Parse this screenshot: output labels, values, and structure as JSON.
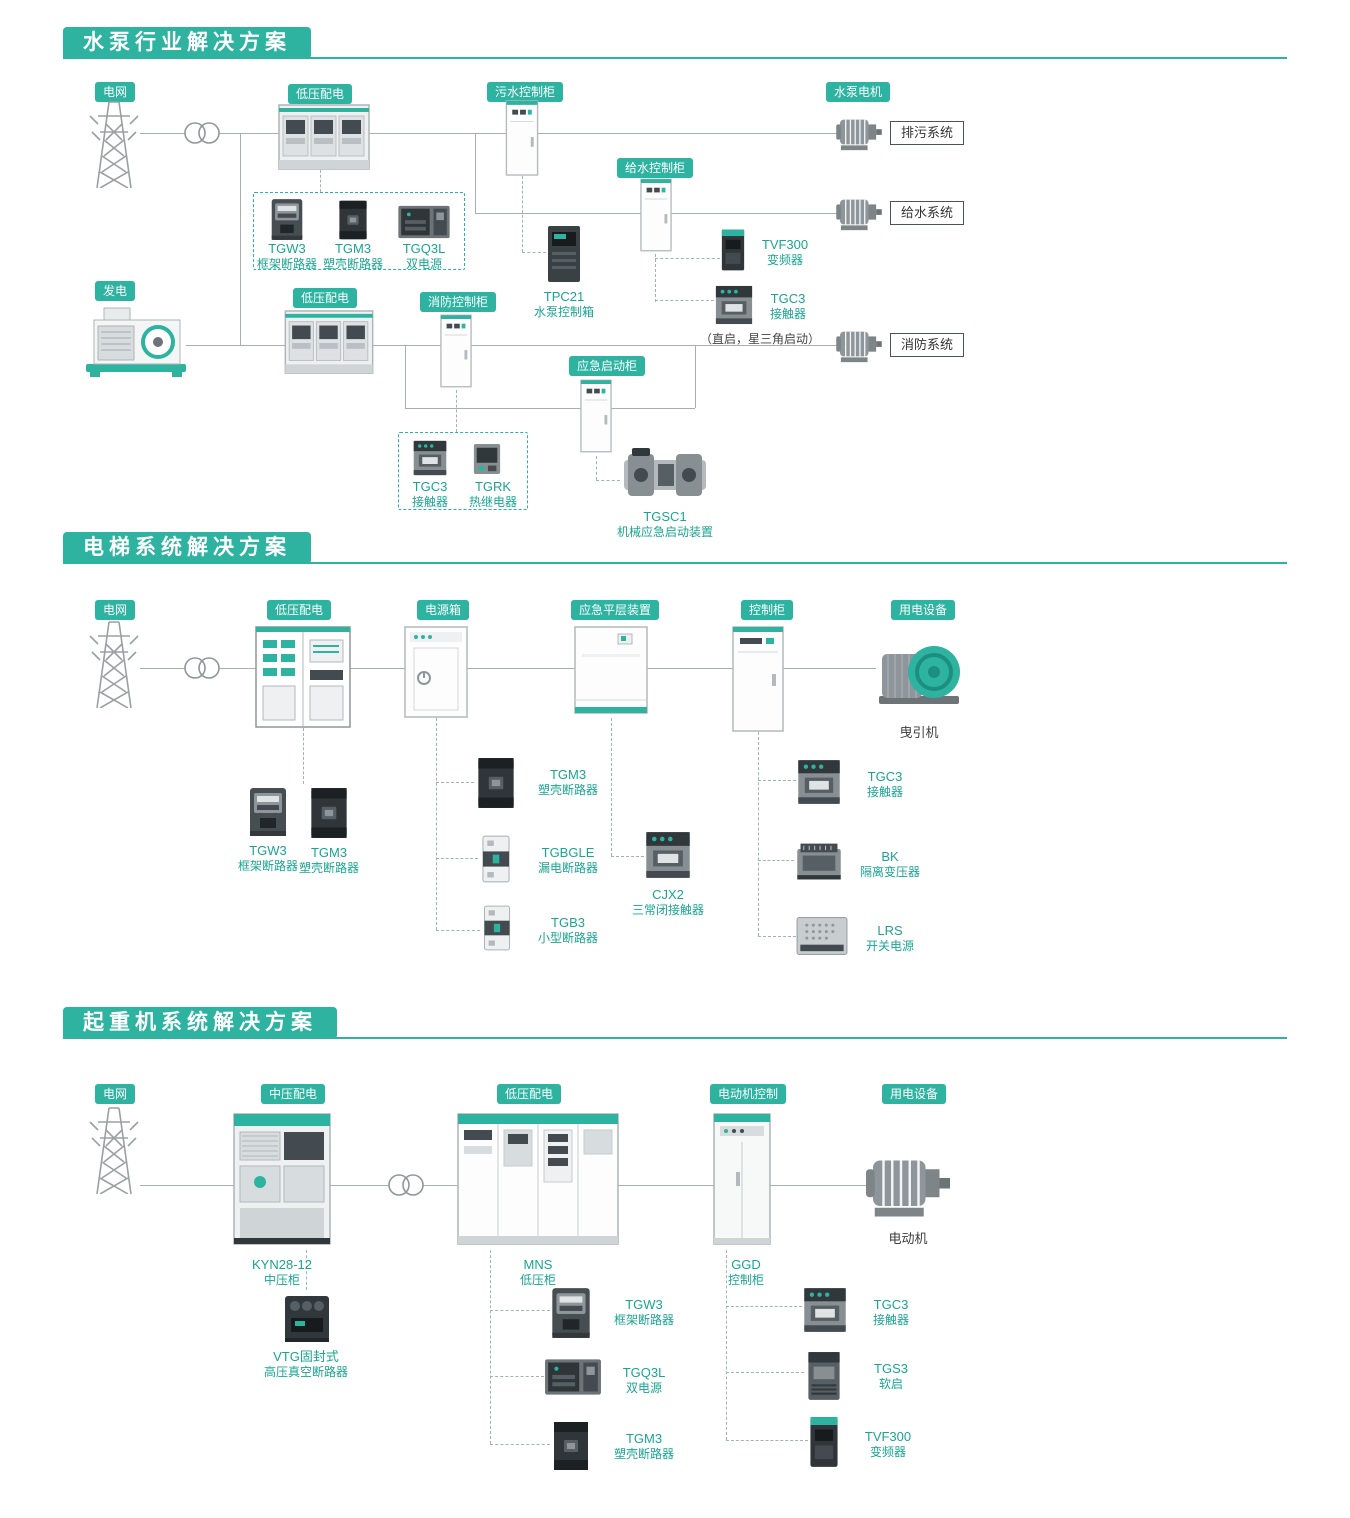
{
  "accent": "#2DB3A0",
  "s1": {
    "title": "水泵行业解决方案",
    "tags": {
      "grid": "电网",
      "lv_a": "低压配电",
      "sewage": "污水控制柜",
      "pump_motor": "水泵电机",
      "supply": "给水控制柜",
      "gen": "发电",
      "lv_b": "低压配电",
      "fire": "消防控制柜",
      "emergency": "应急启动柜"
    },
    "systems": {
      "drain": "排污系统",
      "supply": "给水系统",
      "fire": "消防系统"
    },
    "products": {
      "tgw3": {
        "name": "TGW3",
        "desc": "框架断路器"
      },
      "tgm3": {
        "name": "TGM3",
        "desc": "塑壳断路器"
      },
      "tgq3l": {
        "name": "TGQ3L",
        "desc": "双电源"
      },
      "tpc21": {
        "name": "TPC21",
        "desc": "水泵控制箱"
      },
      "tvf300": {
        "name": "TVF300",
        "desc": "变频器"
      },
      "tgc3_a": {
        "name": "TGC3",
        "desc": "接触器"
      },
      "tgc3_b": {
        "name": "TGC3",
        "desc": "接触器"
      },
      "tgrk": {
        "name": "TGRK",
        "desc": "热继电器"
      },
      "tgsc1": {
        "name": "TGSC1",
        "desc": "机械应急启动装置"
      }
    },
    "note": "（直启，星三角启动）"
  },
  "s2": {
    "title": "电梯系统解决方案",
    "tags": {
      "grid": "电网",
      "lv": "低压配电",
      "powerbox": "电源箱",
      "leveling": "应急平层装置",
      "control": "控制柜",
      "load": "用电设备"
    },
    "machine_label": "曳引机",
    "products": {
      "tgw3": {
        "name": "TGW3",
        "desc": "框架断路器"
      },
      "tgm3_a": {
        "name": "TGM3",
        "desc": "塑壳断路器"
      },
      "tgm3_b": {
        "name": "TGM3",
        "desc": "塑壳断路器"
      },
      "tgbgle": {
        "name": "TGBGLE",
        "desc": "漏电断路器"
      },
      "tgb3": {
        "name": "TGB3",
        "desc": "小型断路器"
      },
      "cjx2": {
        "name": "CJX2",
        "desc": "三常闭接触器"
      },
      "tgc3": {
        "name": "TGC3",
        "desc": "接触器"
      },
      "bk": {
        "name": "BK",
        "desc": "隔离变压器"
      },
      "lrs": {
        "name": "LRS",
        "desc": "开关电源"
      }
    }
  },
  "s3": {
    "title": "起重机系统解决方案",
    "tags": {
      "grid": "电网",
      "mv": "中压配电",
      "lv": "低压配电",
      "motor_ctrl": "电动机控制",
      "load": "用电设备"
    },
    "motor_label": "电动机",
    "cabinets": {
      "kyn": {
        "name": "KYN28-12",
        "desc": "中压柜"
      },
      "mns": {
        "name": "MNS",
        "desc": "低压柜"
      },
      "ggd": {
        "name": "GGD",
        "desc": "控制柜"
      }
    },
    "products": {
      "vtg": {
        "name": "VTG固封式",
        "desc": "高压真空断路器"
      },
      "tgw3": {
        "name": "TGW3",
        "desc": "框架断路器"
      },
      "tgq3l": {
        "name": "TGQ3L",
        "desc": "双电源"
      },
      "tgm3": {
        "name": "TGM3",
        "desc": "塑壳断路器"
      },
      "tgc3": {
        "name": "TGC3",
        "desc": "接触器"
      },
      "tgs3": {
        "name": "TGS3",
        "desc": "软启"
      },
      "tvf300": {
        "name": "TVF300",
        "desc": "变频器"
      }
    }
  }
}
